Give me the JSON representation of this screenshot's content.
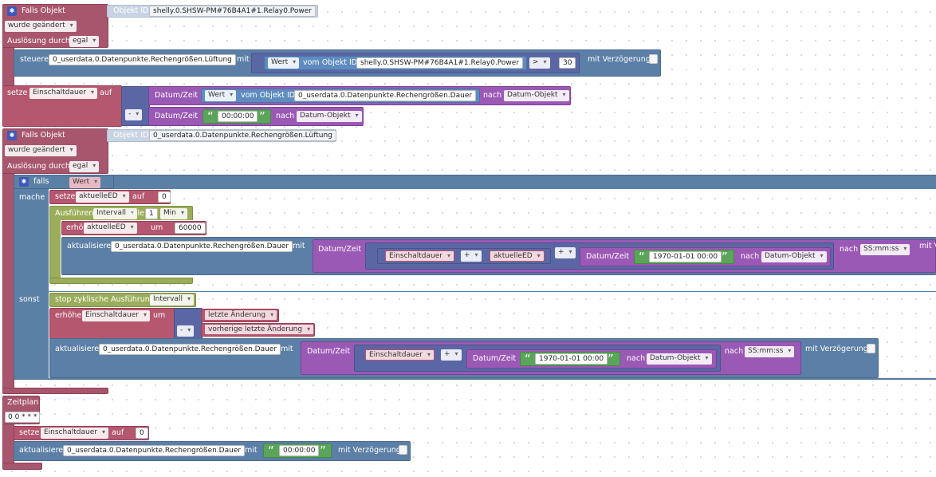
{
  "ev1": {
    "title": "Falls Objekt",
    "objekt_id_label": "Objekt ID",
    "objekt_id_value": "shelly.0.SHSW-PM#76B4A1#1.Relay0.Power",
    "trigger": "wurde geändert",
    "ausloesung_label": "Auslösung durch",
    "ausloesung_value": "egal",
    "steuere_label": "steuere",
    "steuere_target": "0_userdata.0.Datenpunkte.Rechengrößen.Lüftung",
    "mit_label": "mit",
    "wert_dd": "Wert",
    "vom_objekt_id_label": "vom Objekt ID",
    "vom_objekt_id_value": "shelly.0.SHSW-PM#76B4A1#1.Relay0.Power",
    "compare_op": ">",
    "compare_value": "30",
    "mit_verzoegerung": "mit Verzögerung"
  },
  "setze1": {
    "setze_label": "setze",
    "var": "Einschaltdauer",
    "auf_label": "auf",
    "math_op": "-",
    "dt_label": "Datum/Zeit",
    "wert_dd": "Wert",
    "vom_objekt_id_label": "vom Objekt ID",
    "vom_objekt_id_value": "0_userdata.0.Datenpunkte.Rechengrößen.Dauer",
    "nach_label": "nach",
    "format1": "Datum-Objekt",
    "time_text": "00:00:00",
    "format2": "Datum-Objekt"
  },
  "ev2": {
    "title": "Falls Objekt",
    "objekt_id_label": "Objekt ID",
    "objekt_id_value": "0_userdata.0.Datenpunkte.Rechengrößen.Lüftung",
    "trigger": "wurde geändert",
    "ausloesung_label": "Auslösung durch",
    "ausloesung_value": "egal",
    "falls_label": "falls",
    "falls_value": "Wert",
    "mache_label": "mache",
    "sonst_label": "sonst",
    "setze_label": "setze",
    "setze_var": "aktuelleED",
    "auf_label": "auf",
    "setze_value": "0",
    "ausfuehren_label": "Ausführen",
    "intervall_var": "Intervall",
    "alle_label": "alle",
    "alle_value": "1",
    "unit": "Min",
    "erhoehe_label": "erhöhe",
    "erhoehe_var": "aktuelleED",
    "um_label": "um",
    "erhoehe_value": "60000",
    "aktualisiere_label": "aktualisiere",
    "aktualisiere_target": "0_userdata.0.Datenpunkte.Rechengrößen.Dauer",
    "mit_label": "mit",
    "dt_label": "Datum/Zeit",
    "var_a": "Einschaltdauer",
    "op_plus": "+",
    "var_b": "aktuelleED",
    "date_text": "1970-01-01 00:00",
    "nach_label": "nach",
    "format_dt": "Datum-Objekt",
    "format_out": "SS:mm:ss",
    "mit_v_cut": "mit V",
    "stop_label": "stop zyklische Ausführung",
    "stop_var": "Intervall",
    "erhoehe2_var": "Einschaltdauer",
    "letzte": "letzte Änderung",
    "vorherige": "vorherige letzte Änderung",
    "minus": "-",
    "aktualisiere2_target": "0_userdata.0.Datenpunkte.Rechengrößen.Dauer",
    "var_c": "Einschaltdauer",
    "mit_verzoegerung": "mit Verzögerung"
  },
  "zeitplan": {
    "title": "Zeitplan",
    "cron": "0 0 * * *",
    "setze_label": "setze",
    "var": "Einschaltdauer",
    "auf_label": "auf",
    "value": "0",
    "aktualisiere_label": "aktualisiere",
    "target": "0_userdata.0.Datenpunkte.Rechengrößen.Dauer",
    "mit_label": "mit",
    "time_text": "00:00:00",
    "mit_verzoegerung": "mit Verzögerung"
  },
  "icons": {
    "gear": "gear-icon",
    "quote_open": "“",
    "quote_close": "”"
  }
}
